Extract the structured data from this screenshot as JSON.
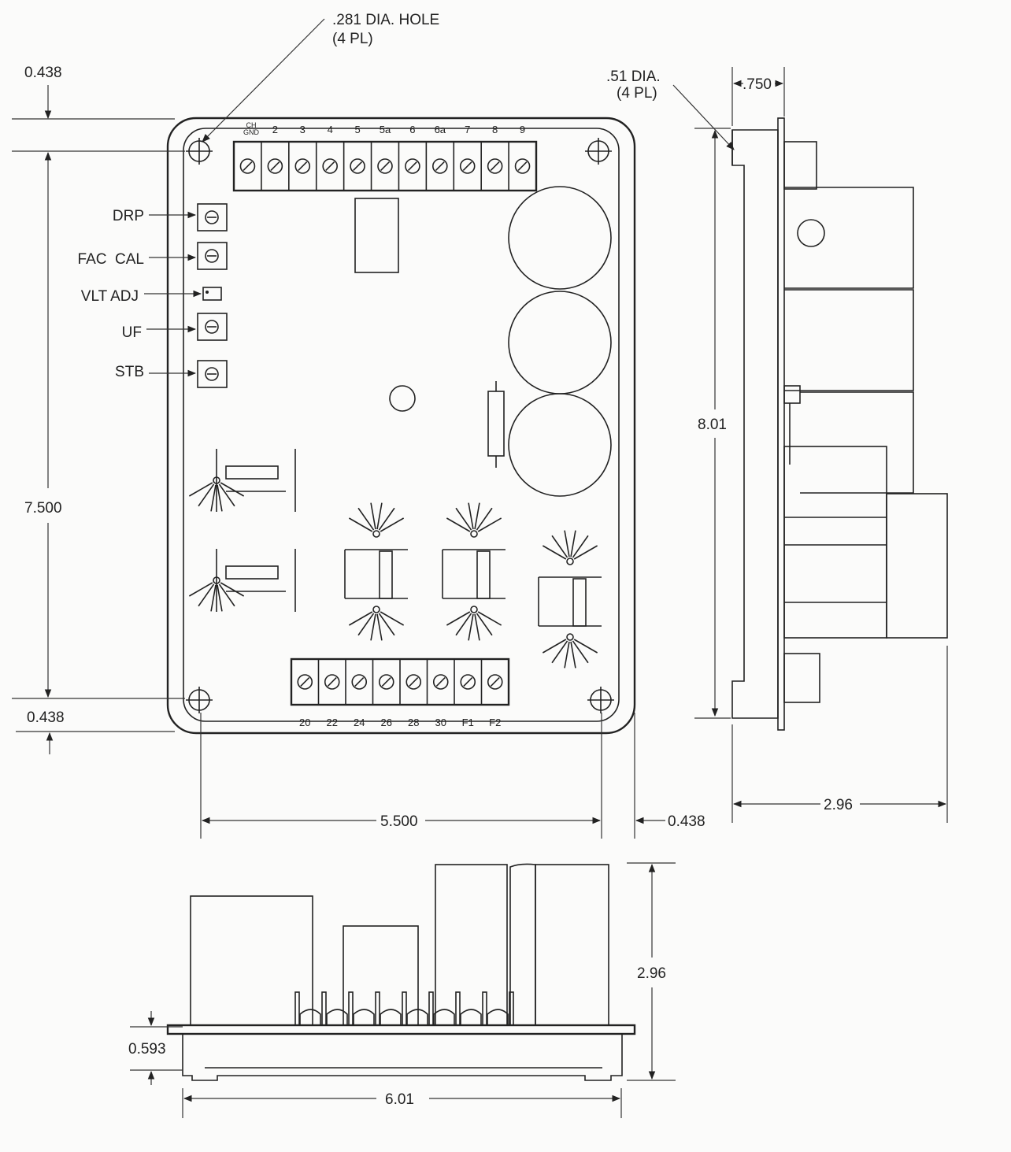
{
  "labels": {
    "hole_note": ".281 DIA. HOLE",
    "hole_count": "(4 PL)",
    "stud_note": ".51 DIA.",
    "stud_count": "(4 PL)"
  },
  "controls": [
    {
      "label": "DRP"
    },
    {
      "label": "FAC  CAL"
    },
    {
      "label": "VLT ADJ"
    },
    {
      "label": "UF"
    },
    {
      "label": "STB"
    }
  ],
  "terminals_top": [
    "CH GND",
    "2",
    "3",
    "4",
    "5",
    "5a",
    "6",
    "6a",
    "7",
    "8",
    "9"
  ],
  "terminals_bottom": [
    "20",
    "22",
    "24",
    "26",
    "28",
    "30",
    "F1",
    "F2"
  ],
  "dimensions": {
    "top_margin": "0.438",
    "hole_spacing_v": "7.500",
    "bottom_margin": "0.438",
    "hole_spacing_h": "5.500",
    "side_margin": "0.438",
    "side_depth": ".750",
    "side_height": "8.01",
    "side_width": "2.96",
    "bottom_height": "2.96",
    "bottom_base": "0.593",
    "bottom_width": "6.01"
  }
}
